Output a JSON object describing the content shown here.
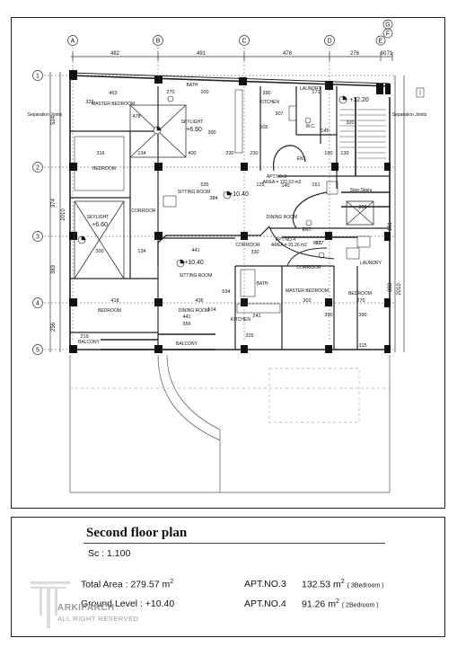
{
  "grid": {
    "columns": [
      "A",
      "B",
      "C",
      "D",
      "E",
      "F",
      "G"
    ],
    "rows": [
      "1",
      "2",
      "3",
      "4",
      "5"
    ],
    "top_dims": [
      "482",
      "491",
      "478",
      "276",
      "60",
      "71"
    ],
    "left_dims": [
      "524",
      "374",
      "383",
      "256"
    ],
    "left_total": "2010",
    "right_total": "2010",
    "right_dims": [
      "101",
      "303"
    ]
  },
  "labels": {
    "separation_left": "Separation Joints",
    "separation_right": "Separation Joints",
    "master_bedroom_1": "MASTER BEDROOM",
    "bath_1": "BATH",
    "skylight_1": "SKYLIGHT",
    "skylight_1_level": "+6.60",
    "bedroom_1": "BEDROOM",
    "skylight_2": "SKYLIGHT",
    "skylight_2_level": "+6.60",
    "corridor_1": "CORRIDOR",
    "kitchen_1": "KITCHEN",
    "laundry_1": "LAUNDRY",
    "wc_1": "W.C.",
    "level_top": "+12.20",
    "ent": "ENT.",
    "apt3": "APT.NO.3",
    "apt3_area": "AREA = 132.53 m2",
    "sitting_room_1": "SITTING ROOM",
    "level_1040_a": "+10.40",
    "dining_room_1": "DINING ROOM",
    "step_stairs": "Step-Stairs",
    "corridor_2": "CORRIDOR",
    "apt4": "APT.NO.4",
    "apt4_area": "AREA = 91.26 m2",
    "level_1040_b": "+10.40",
    "sitting_room_2": "SITTING ROOM",
    "ent_2": "ENT.",
    "wc_2": "W.C.",
    "laundry_2": "LAUNDRY",
    "corridor_3": "CORRIDOR",
    "bath_2": "BATH",
    "master_bedroom_2": "MASTER BEDROOM",
    "bedroom_2": "BEDROOM",
    "bedroom_3": "BEDROOM",
    "dining_room_2": "DINING ROOM",
    "kitchen_2": "KITCHEN",
    "balcony_1": "BALCONY",
    "balcony_2": "BALCONY"
  },
  "dims": {
    "d463": "463",
    "d323": "323",
    "d478": "478",
    "d270": "270",
    "d200a": "200",
    "d390a": "390",
    "d307": "307",
    "d171": "171",
    "d320": "320",
    "d145": "145",
    "d505": "505",
    "d316": "316",
    "d134a": "134",
    "d400a": "400",
    "d300a": "300",
    "d230a": "230",
    "d230b": "230",
    "d160": "160",
    "d130": "130",
    "d535": "535",
    "d125": "125",
    "d140": "140",
    "d161": "161",
    "d200b": "200",
    "d300b": "300",
    "d134b": "134",
    "d441a": "441",
    "d330": "330",
    "d418": "418",
    "d436": "436",
    "d634": "634",
    "d302": "302",
    "d270b": "270",
    "d441b": "441",
    "d356": "356",
    "d241": "241",
    "d325": "325",
    "d315": "315",
    "d219": "219",
    "d390b": "390",
    "d390c": "390",
    "d514": "514",
    "d384": "384",
    "d337": "337"
  },
  "title_block": {
    "title": "Second floor plan",
    "scale": "Sc : 1.100",
    "total_area_label": "Total Area : 279.57 m",
    "total_area_sup": "2",
    "ground_level": "Ground Level : +10.40",
    "apt3_label": "APT.NO.3",
    "apt3_value": "132.53  m",
    "apt3_sup": "2",
    "apt3_rooms": "( 3Bedroom )",
    "apt4_label": "APT.NO.4",
    "apt4_value": "91.26  m",
    "apt4_sup": "2",
    "apt4_rooms": "( 2Bedroom )"
  },
  "watermark": {
    "brand": "ARKIPARCH",
    "rights": "ALL RIGHT RESERVED"
  }
}
